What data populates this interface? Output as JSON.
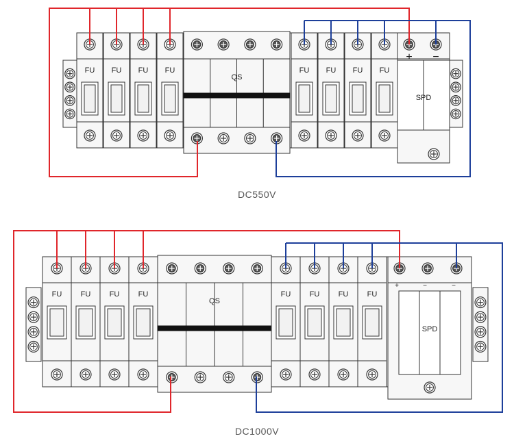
{
  "diagrams": [
    {
      "caption": "DC550V",
      "fuse_label": "FU",
      "switch_label": "QS",
      "spd_label": "SPD",
      "spd_terminal_marks": [
        "+",
        "−"
      ]
    },
    {
      "caption": "DC1000V",
      "fuse_label": "FU",
      "switch_label": "QS",
      "spd_label": "SPD",
      "spd_terminal_marks": [
        "+",
        "−",
        "−"
      ]
    }
  ],
  "colors": {
    "positive_wire": "#e0262b",
    "negative_wire": "#1d3f9a",
    "outline": "#333333",
    "panel_fill": "#f7f7f7"
  },
  "icons": [
    "screw-terminal-icon",
    "din-rail-end-clamp-icon"
  ]
}
